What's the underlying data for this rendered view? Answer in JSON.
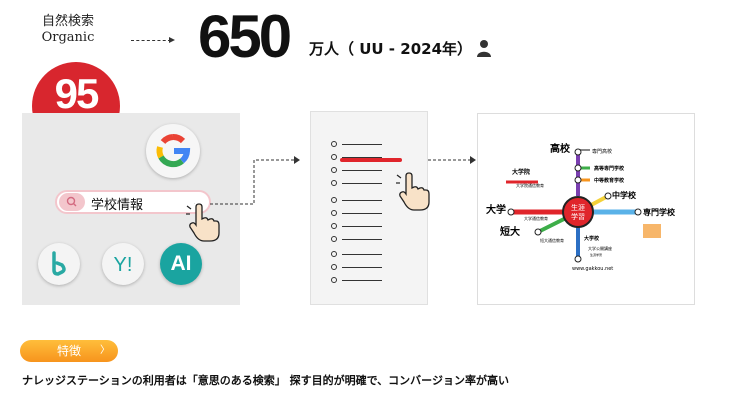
{
  "header": {
    "organic_line1": "自然検索",
    "organic_line2": "Organic",
    "big_number": "650",
    "unit_text": "万人（ UU  - 2024年）",
    "person_icon": "person-icon"
  },
  "badge": {
    "value": "95",
    "unit": "%",
    "color": "#d8262e"
  },
  "search_panel": {
    "query": "学校情報",
    "icons": [
      "google-icon",
      "bing-icon",
      "yahoo-icon",
      "ai-icon",
      "search-icon",
      "hand-cursor-icon"
    ],
    "ai_label": "AI",
    "yahoo_label": "Y!"
  },
  "map": {
    "center_line1": "生涯",
    "center_line2": "学習",
    "labels": {
      "koukou": "高校",
      "senmon_koukou": "専門高校",
      "koutou_senmon": "高等専門学校",
      "chuutou": "中等教育学校",
      "chuugaku": "中学校",
      "daigakuin": "大学院",
      "daigakuin_sub": "大学院通信教育",
      "daigaku": "大学",
      "daigaku_sub": "大学通信教育",
      "tandai": "短大",
      "tandai_sub": "短大通信教育",
      "daigakkou": "大学校",
      "daigaku_koukai": "大学公開講座",
      "shougai": "生涯学習",
      "senmon_gakkou": "専門学校",
      "url": "www.gakkou.net"
    }
  },
  "feature": {
    "label": "特徴",
    "caret": "〉"
  },
  "footer": {
    "text": "ナレッジステーションの利用者は「意思のある検索」 探す目的が明確で、コンバージョン率が高い"
  },
  "colors": {
    "accent_red": "#d8262e",
    "orange": "#f7941d",
    "teal": "#1aa4a0"
  }
}
